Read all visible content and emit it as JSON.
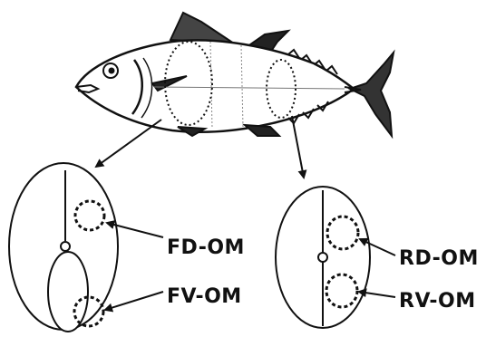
{
  "labels": {
    "fd": "FD-OM",
    "fv": "FV-OM",
    "rd": "RD-OM",
    "rv": "RV-OM"
  },
  "colors": {
    "ink": "#111111",
    "background": "#ffffff"
  }
}
